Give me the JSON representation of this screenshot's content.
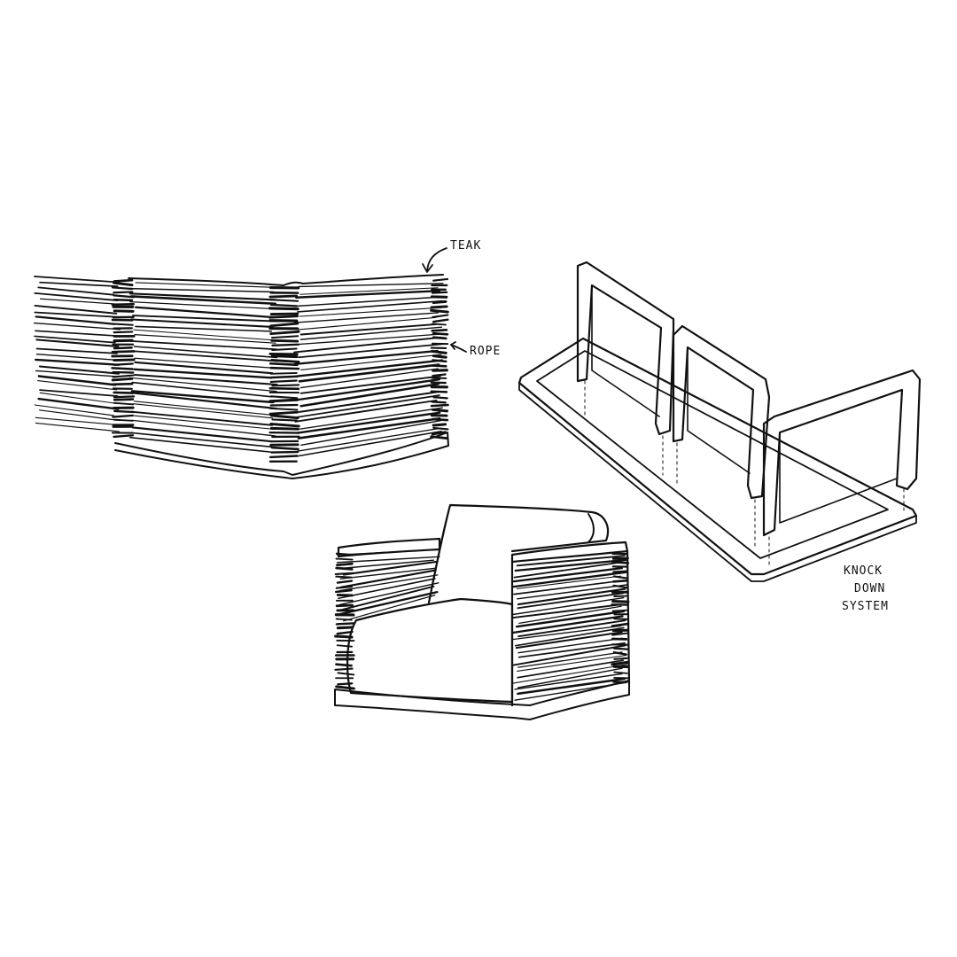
{
  "colors": {
    "ink": "#111111",
    "paper": "#ffffff"
  },
  "annotations": {
    "teak": "TEAK",
    "rope": "ROPE",
    "knock_down_system": [
      "KNOCK",
      "DOWN",
      "SYSTEM"
    ]
  }
}
